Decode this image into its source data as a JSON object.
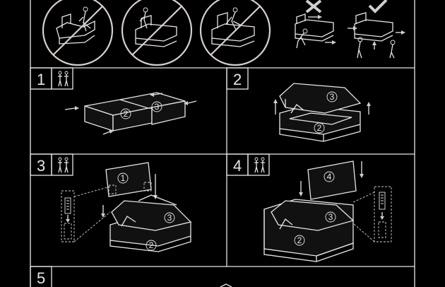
{
  "steps": [
    {
      "number": "1",
      "parts": [
        "2",
        "3"
      ]
    },
    {
      "number": "2",
      "parts": [
        "3",
        "2"
      ]
    },
    {
      "number": "3",
      "parts": [
        "1",
        "3",
        "2"
      ]
    },
    {
      "number": "4",
      "parts": [
        "4",
        "3",
        "2"
      ]
    },
    {
      "number": "5",
      "parts": []
    }
  ],
  "warnings": {
    "prohibited_icons": [
      "no-sitting-on-open-lid-icon",
      "no-standing-on-lid-icon",
      "no-climbing-inside-icon"
    ],
    "wrong_icon": "cross-icon",
    "correct_icon": "checkmark-icon"
  },
  "people_icon": "two-people-icon",
  "colors": {
    "background": "#000000",
    "line": "#e6e6e6",
    "prohibit_ring": "#d8d0cc"
  }
}
